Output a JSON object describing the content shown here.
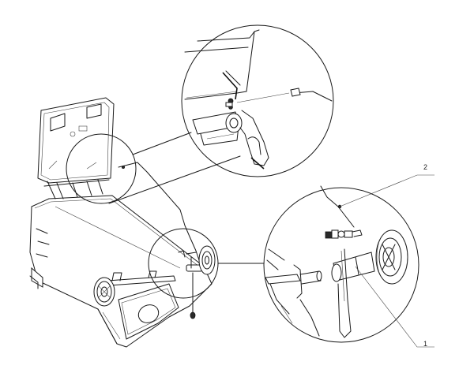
{
  "callouts": [
    {
      "id": "callout-1",
      "text": "1"
    },
    {
      "id": "callout-2",
      "text": "2"
    }
  ],
  "colors": {
    "line": "#1a1a1a",
    "background": "#ffffff"
  }
}
